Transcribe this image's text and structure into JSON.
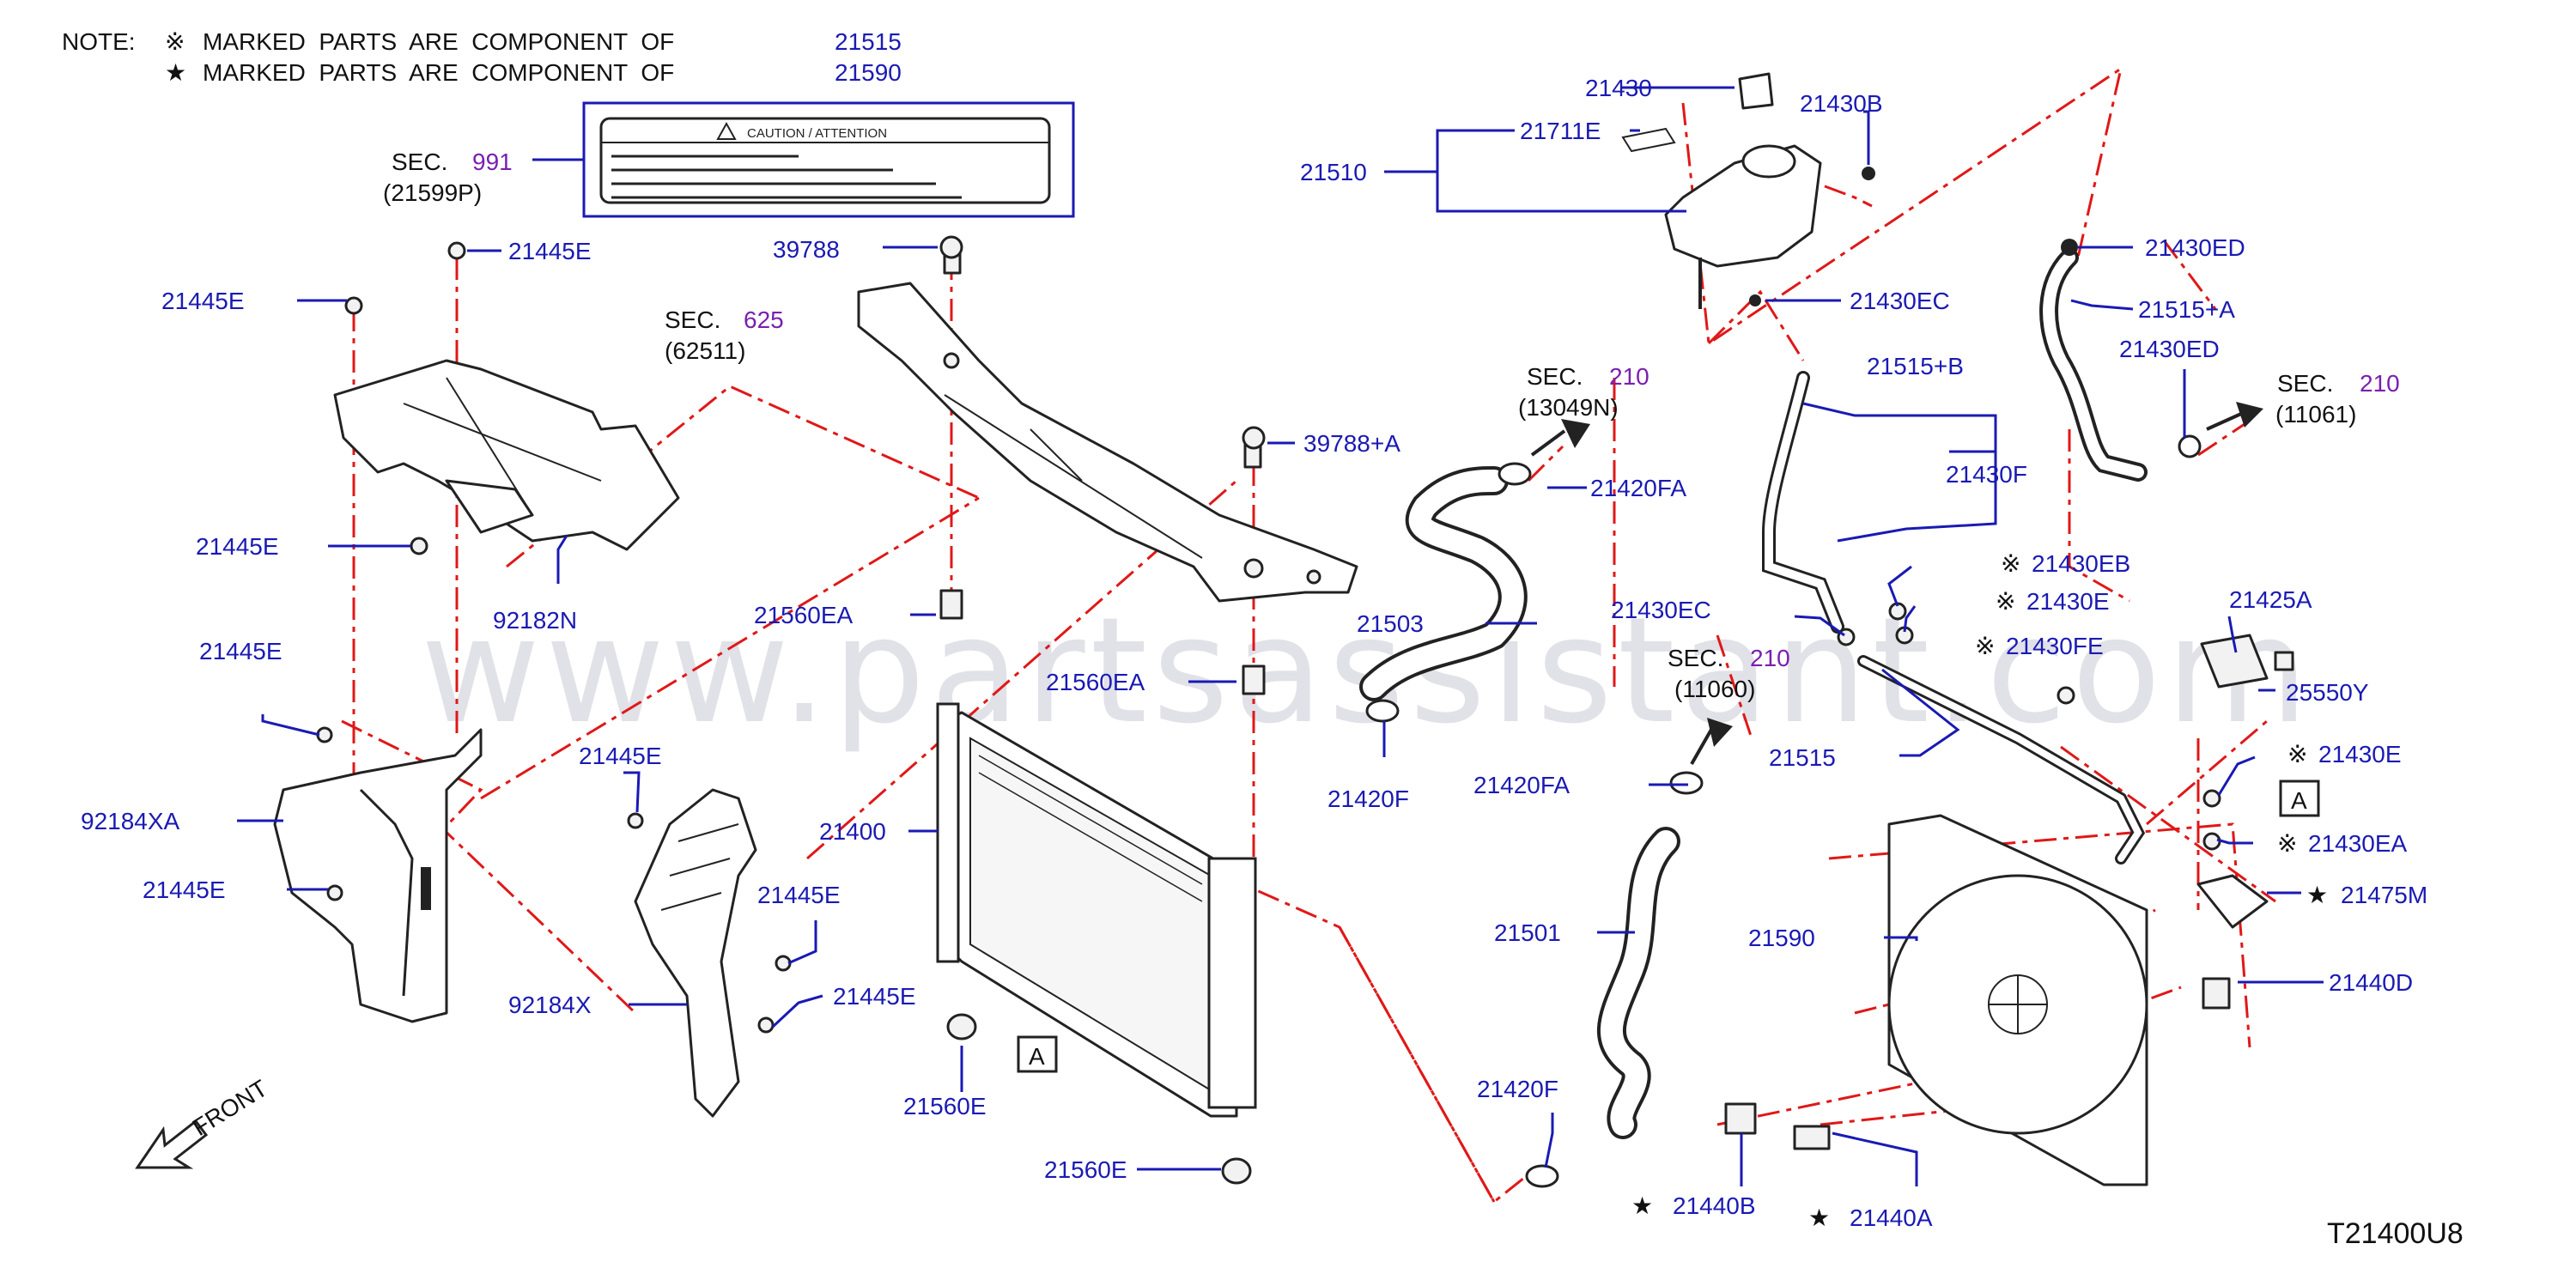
{
  "note": {
    "heading": "NOTE:",
    "row1": {
      "symbol": "※",
      "text": "MARKED  PARTS  ARE  COMPONENT  OF",
      "part": "21515"
    },
    "row2": {
      "symbol": "★",
      "text": "MARKED  PARTS  ARE  COMPONENT  OF",
      "part": "21590"
    }
  },
  "caution_label": {
    "heading": "CAUTION  /  ATTENTION"
  },
  "watermark": "www.partsassistant.com",
  "diagram_code": "T21400U8",
  "front": "FRONT",
  "boxed_ref": "A",
  "sections": [
    {
      "id": "sec991",
      "sec": "SEC.",
      "num": "991",
      "ref": "(21599P)"
    },
    {
      "id": "sec625",
      "sec": "SEC.",
      "num": "625",
      "ref": "(62511)"
    },
    {
      "id": "sec210a",
      "sec": "SEC.",
      "num": "210",
      "ref": "(13049N)"
    },
    {
      "id": "sec210b",
      "sec": "SEC.",
      "num": "210",
      "ref": "(11060)"
    },
    {
      "id": "sec210c",
      "sec": "SEC.",
      "num": "210",
      "ref": "(11061)"
    }
  ],
  "labels": {
    "p21445E_a": "21445E",
    "p21445E_b": "21445E",
    "p21445E_c": "21445E",
    "p21445E_d": "21445E",
    "p21445E_e": "21445E",
    "p21445E_f": "21445E",
    "p21445E_g": "21445E",
    "p21445E_h": "21445E",
    "p92182N": "92182N",
    "p92184XA": "92184XA",
    "p92184X": "92184X",
    "p39788": "39788",
    "p39788A": "39788+A",
    "p21560EA_a": "21560EA",
    "p21560EA_b": "21560EA",
    "p21400": "21400",
    "p21560E_a": "21560E",
    "p21560E_b": "21560E",
    "p21430": "21430",
    "p21430B": "21430B",
    "p21711E": "21711E",
    "p21510": "21510",
    "p21430EC_a": "21430EC",
    "p21430EC_b": "21430EC",
    "p21515B": "21515+B",
    "p21430F": "21430F",
    "p21430ED_a": "21430ED",
    "p21430ED_b": "21430ED",
    "p21515A": "21515+A",
    "p21420FA_a": "21420FA",
    "p21420FA_b": "21420FA",
    "p21503": "21503",
    "p21420F_a": "21420F",
    "p21420F_b": "21420F",
    "p21501": "21501",
    "p21515": "21515",
    "p21430EB": "21430EB",
    "p21430E_a": "21430E",
    "p21430E_b": "21430E",
    "p21430FE": "21430FE",
    "p21430EA": "21430EA",
    "p21425A": "21425A",
    "p25550Y": "25550Y",
    "p21475M": "21475M",
    "p21440D": "21440D",
    "p21590": "21590",
    "p21440B": "21440B",
    "p21440A": "21440A"
  },
  "symbols": {
    "ref_mark": "※",
    "star": "★"
  },
  "colors": {
    "label_blue": "#1a1ab4",
    "section_purple": "#7a1fb0",
    "phantom_red": "#e01818",
    "outline": "#222222"
  }
}
